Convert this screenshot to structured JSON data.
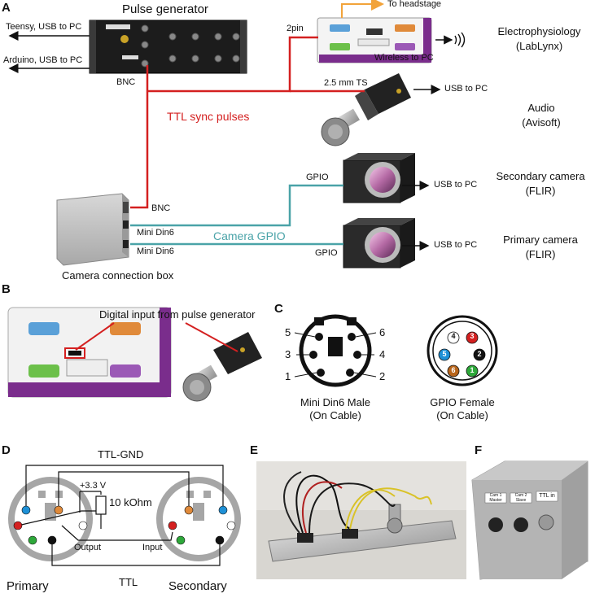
{
  "panels": {
    "A": "A",
    "B": "B",
    "C": "C",
    "D": "D",
    "E": "E",
    "F": "F"
  },
  "panelA": {
    "pulse_generator": "Pulse generator",
    "teensy": "Teensy, USB to PC",
    "arduino": "Arduino, USB to PC",
    "bnc_top": "BNC",
    "two_pin": "2pin",
    "to_headstage": "To headstage",
    "wireless": "Wireless to PC",
    "ephys_line1": "Electrophysiology",
    "ephys_line2": "(LabLynx)",
    "ts": "2.5 mm TS",
    "usb_audio": "USB to PC",
    "audio_line1": "Audio",
    "audio_line2": "(Avisoft)",
    "ttl_sync": "TTL sync pulses",
    "gpio_secondary": "GPIO",
    "usb_secondary": "USB to PC",
    "secondary_line1": "Secondary camera",
    "secondary_line2": "(FLIR)",
    "bnc_box": "BNC",
    "mini_din_1": "Mini Din6",
    "camera_gpio": "Camera GPIO",
    "mini_din_2": "Mini Din6",
    "gpio_primary": "GPIO",
    "usb_primary": "USB to PC",
    "primary_line1": "Primary camera",
    "primary_line2": "(FLIR)",
    "connection_box": "Camera connection box"
  },
  "panelB": {
    "digital_input": "Digital input from pulse generator"
  },
  "panelC": {
    "pins": [
      "5",
      "6",
      "3",
      "4",
      "1",
      "2"
    ],
    "mini_din_line1": "Mini Din6 Male",
    "mini_din_line2": "(On Cable)",
    "gpio_pins": [
      "4",
      "3",
      "5",
      "2",
      "6",
      "1"
    ],
    "gpio_line1": "GPIO Female",
    "gpio_line2": "(On Cable)"
  },
  "panelD": {
    "ttl_gnd": "TTL-GND",
    "voltage": "+3.3 V",
    "resistor": "10 kOhm",
    "output": "Output",
    "input": "Input",
    "primary": "Primary",
    "ttl": "TTL",
    "secondary": "Secondary"
  },
  "panelF": {
    "label1_line1": "Cam 1",
    "label1_line2": "Master",
    "label2_line1": "Cam 2",
    "label2_line2": "Slave",
    "label3": "TTL in"
  },
  "colors": {
    "red_wire": "#d42020",
    "teal_wire": "#4aa3a8",
    "orange_wire": "#f2a33a",
    "purple": "#7a2d8c"
  }
}
